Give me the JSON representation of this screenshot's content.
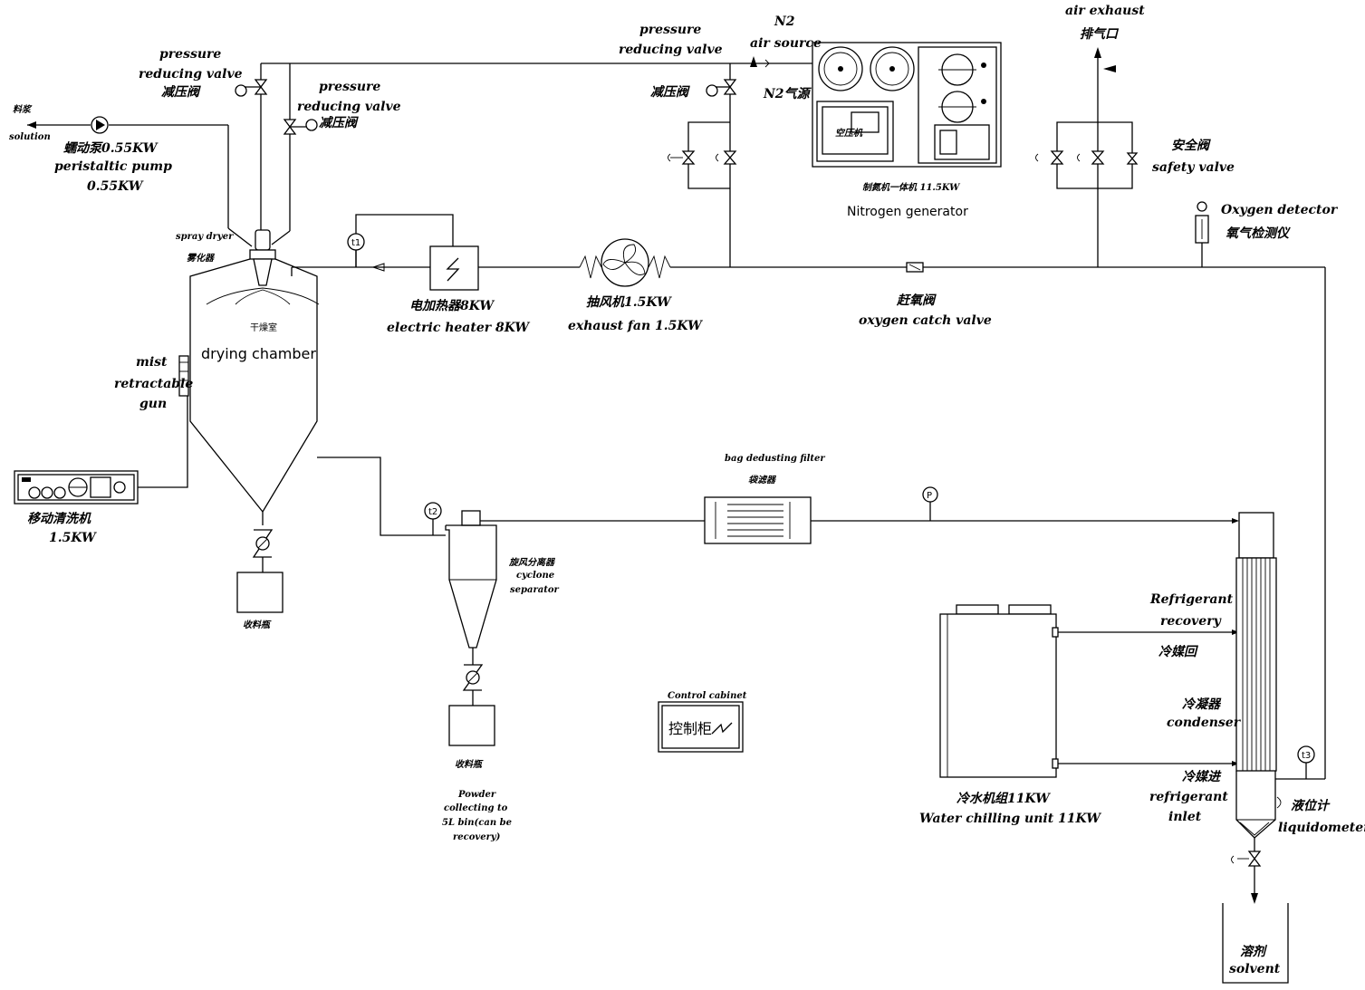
{
  "labels": {
    "solution_cn": "料浆",
    "solution_en": "solution",
    "pump_cn": "蠕动泵0.55KW",
    "pump_en": "peristaltic pump",
    "pump_power": "0.55KW",
    "prv1_en_1": "pressure",
    "prv1_en_2": "reducing valve",
    "prv1_cn": "减压阀",
    "prv2_en_1": "pressure",
    "prv2_en_2": "reducing valve",
    "prv2_cn": "减压阀",
    "prv3_en_1": "pressure",
    "prv3_en_2": "reducing valve",
    "prv3_cn": "减压阀",
    "n2_1": "N2",
    "n2_2": "air source",
    "n2_cn": "N2气源",
    "air_exhaust_en": "air exhaust",
    "air_exhaust_cn": "排气口",
    "spray_dryer_en": "spray dryer",
    "spray_dryer_cn": "雾化器",
    "drying_chamber_cn": "干燥室",
    "drying_chamber_en": "drying chamber",
    "mist_gun_1": "mist",
    "mist_gun_2": "retractable",
    "mist_gun_3": "gun",
    "cleaner_cn": "移动清洗机",
    "cleaner_power": "1.5KW",
    "t1": "t1",
    "t2": "t2",
    "t3": "t3",
    "p": "P",
    "heater_cn": "电加热器8KW",
    "heater_en": "electric heater 8KW",
    "fan_cn": "抽风机1.5KW",
    "fan_en": "exhaust fan 1.5KW",
    "oxygen_valve_cn": "赶氧阀",
    "oxygen_valve_en": "oxygen catch valve",
    "n2_gen_cn": "制氮机一体机 11.5KW",
    "n2_gen_en": "Nitrogen generator",
    "compressor_cn": "空压机",
    "safety_valve_cn": "安全阀",
    "safety_valve_en": "safety valve",
    "oxygen_detector_en": "Oxygen detector",
    "oxygen_detector_cn": "氧气检测仪",
    "collector_cn": "收料瓶",
    "cyclone_cn": "旋风分离器",
    "cyclone_en_1": "cyclone",
    "cyclone_en_2": "separator",
    "collector2_cn": "收料瓶",
    "powder_1": "Powder",
    "powder_2": "collecting to",
    "powder_3": "5L bin(can be",
    "powder_4": "recovery)",
    "bag_filter_en": "bag dedusting filter",
    "bag_filter_cn": "袋滤器",
    "control_en": "Control cabinet",
    "control_cn": "控制柜",
    "refrig_recovery_1": "Refrigerant",
    "refrig_recovery_2": "recovery",
    "refrig_recovery_cn": "冷媒回",
    "condenser_cn": "冷凝器",
    "condenser_en": "condenser",
    "refrig_inlet_cn": "冷媒进",
    "refrig_inlet_1": "refrigerant",
    "refrig_inlet_2": "inlet",
    "chiller_cn": "冷水机组11KW",
    "chiller_en": "Water chilling unit 11KW",
    "liquidometer_cn": "液位计",
    "liquidometer_en": "liquidometer",
    "solvent_cn": "溶剂",
    "solvent_en": "solvent"
  }
}
